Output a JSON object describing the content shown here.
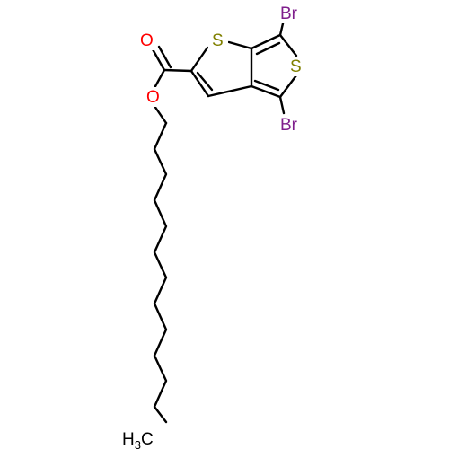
{
  "molecule": {
    "atoms": {
      "br_top": {
        "text": "Br",
        "color": "#7f1e8c"
      },
      "br_bottom": {
        "text": "Br",
        "color": "#7f1e8c"
      },
      "s_left": {
        "text": "S",
        "color": "#808000"
      },
      "s_right": {
        "text": "S",
        "color": "#808000"
      },
      "oxygen_carbonyl": {
        "text": "O",
        "color": "#ff0000"
      },
      "oxygen_ester": {
        "text": "O",
        "color": "#ff0000"
      },
      "methyl_main": {
        "text": "H",
        "color": "#000000"
      },
      "methyl_sub": {
        "text": "3",
        "color": "#000000"
      },
      "methyl_c": {
        "text": "C",
        "color": "#000000"
      }
    }
  }
}
